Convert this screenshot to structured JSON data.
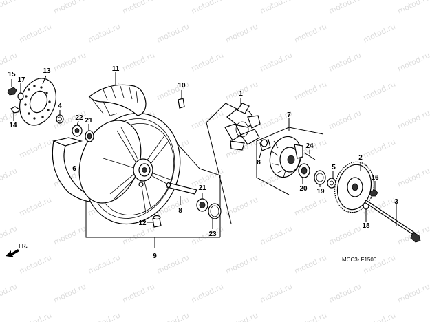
{
  "watermark": "motod.ru",
  "diagram_code": "MCC3- F1500",
  "front_arrow_label": "FR.",
  "callouts": [
    "1",
    "2",
    "3",
    "4",
    "5",
    "6",
    "7",
    "8",
    "8",
    "9",
    "10",
    "11",
    "12",
    "13",
    "14",
    "15",
    "16",
    "17",
    "18",
    "19",
    "20",
    "21",
    "21",
    "22",
    "23",
    "24"
  ],
  "colors": {
    "line": "#000000",
    "watermark": "#dcdcdc",
    "background": "#ffffff"
  }
}
